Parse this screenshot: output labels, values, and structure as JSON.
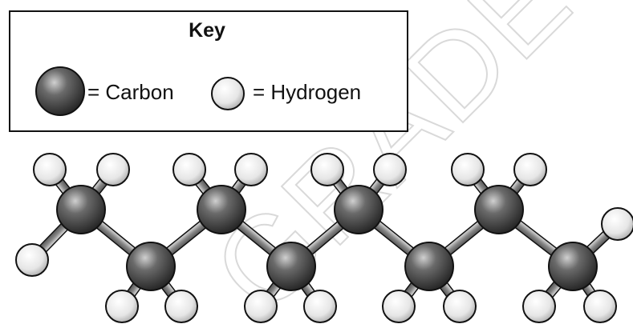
{
  "key": {
    "title": "Key",
    "carbon_label": "= Carbon",
    "hydrogen_label": "= Hydrogen"
  },
  "watermark": "GRADEUP",
  "molecule": {
    "carbon_count": 8,
    "hydrogen_count": 18
  },
  "colors": {
    "carbon": "#3a3a3a",
    "hydrogen": "#f2f2f2",
    "outline": "#111111"
  }
}
